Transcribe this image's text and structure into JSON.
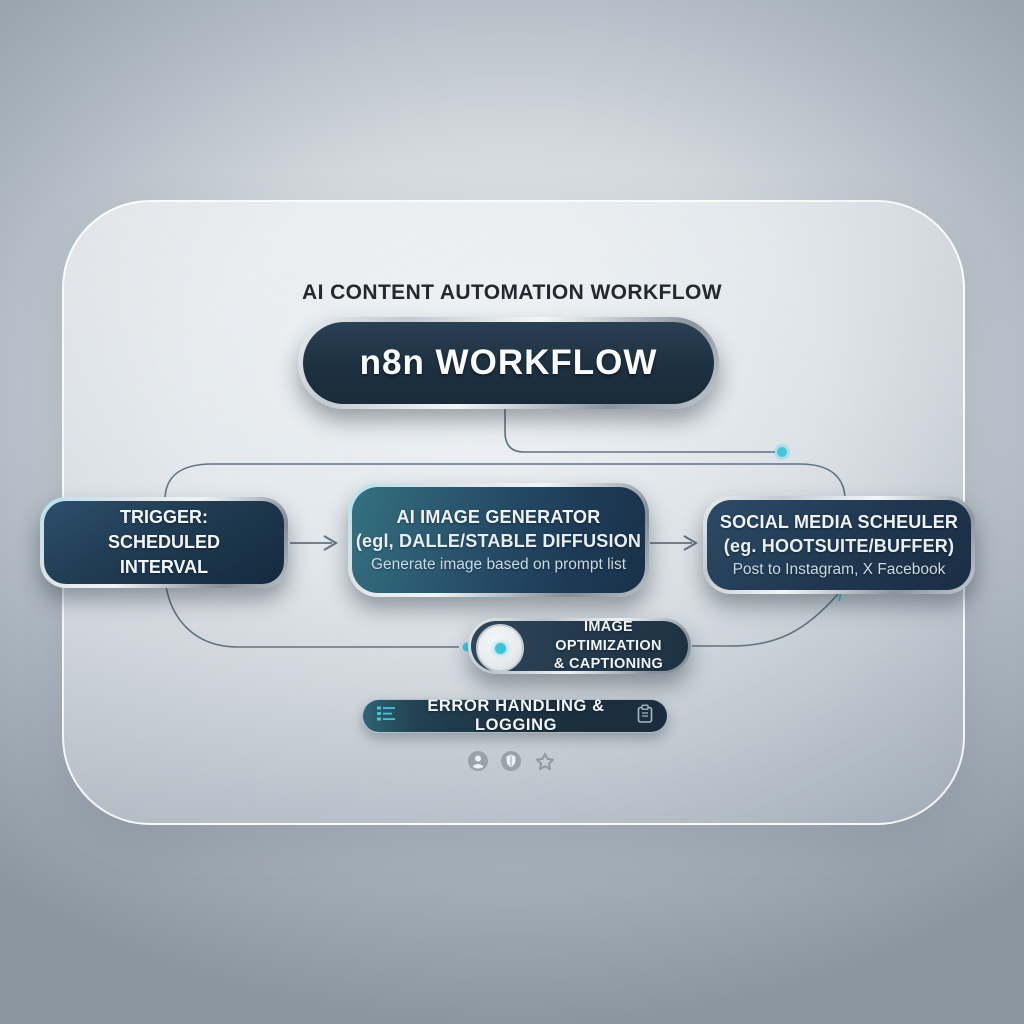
{
  "title": "AI CONTENT AUTOMATION WORKFLOW",
  "badge": {
    "label": "n8n WORKFLOW"
  },
  "nodes": {
    "trigger": {
      "lines": [
        "TRIGGER:",
        "SCHEDULED",
        "INTERVAL"
      ]
    },
    "generator": {
      "title": "AI IMAGE GENERATOR",
      "subtitle": "(egl, DALLE/STABLE DIFFUSION",
      "description": "Generate image based on prompt list"
    },
    "scheduler": {
      "title": "SOCIAL MEDIA SCHEULER",
      "subtitle": "(eg. HOOTSUITE/BUFFER)",
      "description": "Post to Instagram, X Facebook"
    },
    "optimization": {
      "lines": [
        "IMAGE OPTIMIZATION",
        "& CAPTIONING"
      ]
    },
    "error_handling": {
      "label": "ERROR HANDLING & LOGGING",
      "left_icon": "log-list-icon",
      "right_icon": "clipboard-icon"
    }
  },
  "footer_icons": [
    "user-badge-icon",
    "shield-badge-icon",
    "star-icon"
  ],
  "colors": {
    "accent_teal": "#3fc8de",
    "node_navy": "#1d3142",
    "connector": "#5f7383",
    "background_edge": "#8b96a1",
    "background_center": "#eaeef1"
  }
}
